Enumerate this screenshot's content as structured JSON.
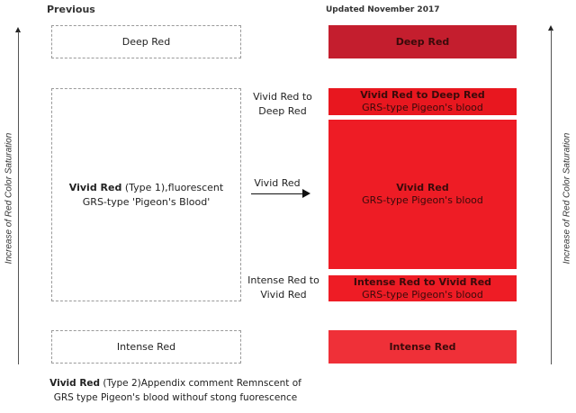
{
  "headers": {
    "previous": "Previous",
    "updated": "Updated November 2017"
  },
  "axis": {
    "left_label": "Increase of Red Color Saturation",
    "right_label": "Increase of Red Color Saturation"
  },
  "previous_column": {
    "deep_red": "Deep Red",
    "vivid_type1": {
      "bold": "Vivid Red",
      "rest_line1": " (Type 1),fluorescent",
      "line2": "GRS-type 'Pigeon's Blood'"
    },
    "intense_red": "Intense Red"
  },
  "middle_labels": {
    "vivid_to_deep": {
      "line1": "Vivid Red to",
      "line2": "Deep Red"
    },
    "vivid": "Vivid Red",
    "intense_to_vivid": {
      "line1": "Intense Red to",
      "line2": "Vivid Red"
    }
  },
  "updated_column": {
    "deep_red": {
      "title": "Deep Red",
      "color": "#c41e2e"
    },
    "vivid_to_deep": {
      "title": "Vivid Red to Deep Red",
      "subtitle": "GRS-type Pigeon's blood",
      "color": "#e8171f"
    },
    "vivid": {
      "title": "Vivid Red",
      "subtitle": "GRS-type Pigeon's blood",
      "color": "#ee1c25"
    },
    "intense_to_vivid": {
      "title": "Intense Red to Vivid Red",
      "subtitle": "GRS-type Pigeon's blood",
      "color": "#ee1c25"
    },
    "intense_red": {
      "title": "Intense Red",
      "color": "#ef3038"
    }
  },
  "footnote": {
    "bold": "Vivid Red",
    "rest_line1": " (Type 2)Appendix comment Remnscent of",
    "line2": "GRS type Pigeon's blood withouf stong fuorescence"
  }
}
